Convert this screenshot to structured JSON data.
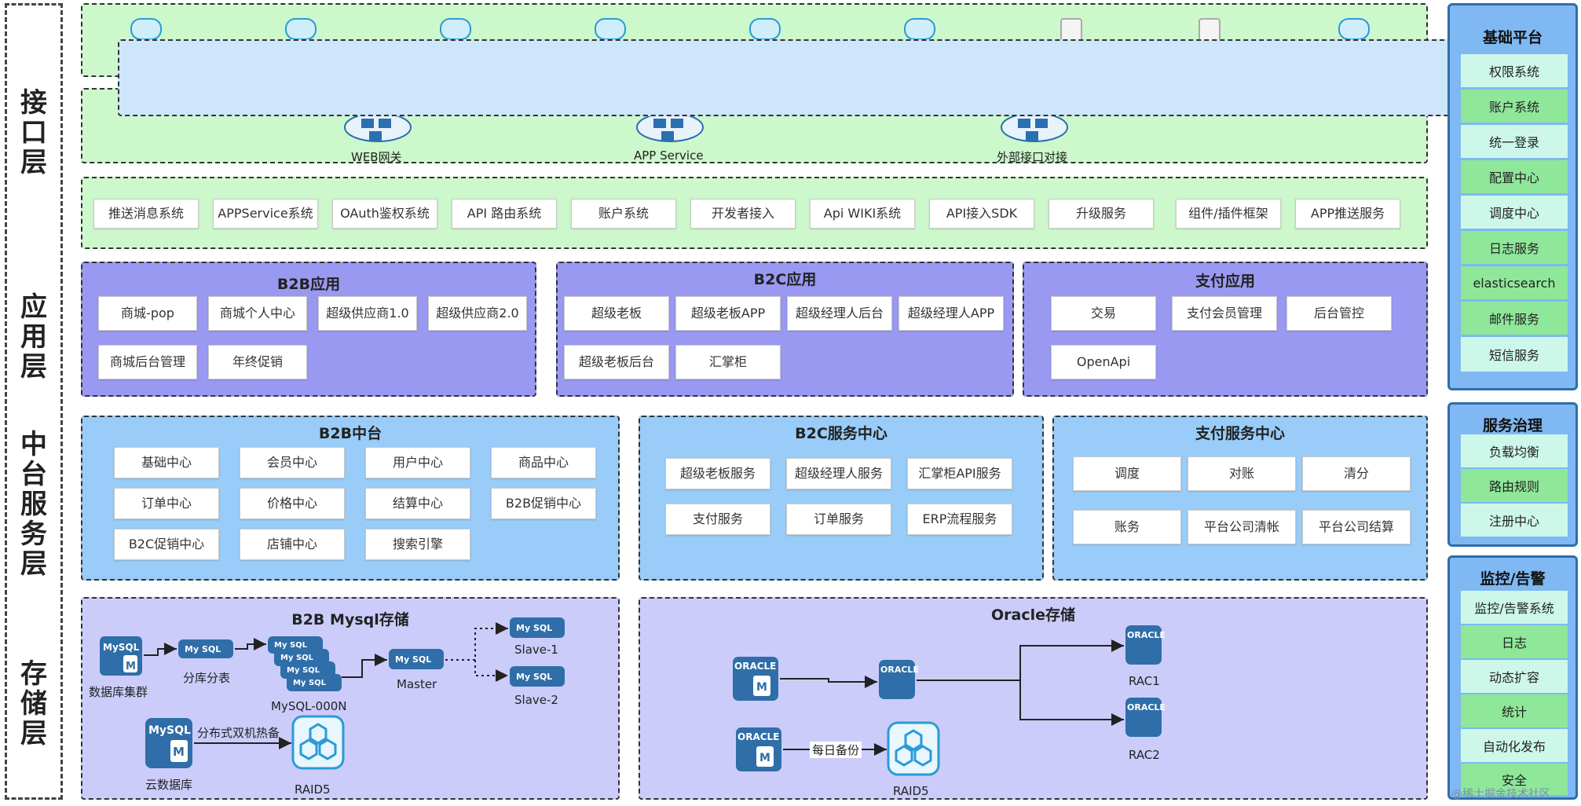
{
  "layers": {
    "interface": "接口层",
    "application": "应用层",
    "middle": "中台服务层",
    "storage": "存储层"
  },
  "gateway": {
    "web": "WEB网关",
    "app": "APP Service",
    "external": "外部接口对接"
  },
  "interface_items": [
    "推送消息系统",
    "APPService系统",
    "OAuth鉴权系统",
    "API 路由系统",
    "账户系统",
    "开发者接入",
    "Api WIKI系统",
    "API接入SDK",
    "升级服务",
    "组件/插件框架",
    "APP推送服务"
  ],
  "b2b_app": {
    "title": "B2B应用",
    "items": [
      "商城-pop",
      "商城个人中心",
      "超级供应商1.0",
      "超级供应商2.0",
      "商城后台管理",
      "年终促销"
    ]
  },
  "b2c_app": {
    "title": "B2C应用",
    "items": [
      "超级老板",
      "超级老板APP",
      "超级经理人后台",
      "超级经理人APP",
      "超级老板后台",
      "汇掌柜"
    ]
  },
  "pay_app": {
    "title": "支付应用",
    "items": [
      "交易",
      "支付会员管理",
      "后台管控",
      "OpenApi"
    ]
  },
  "b2b_mid": {
    "title": "B2B中台",
    "items": [
      "基础中心",
      "会员中心",
      "用户中心",
      "商品中心",
      "订单中心",
      "价格中心",
      "结算中心",
      "B2B促销中心",
      "B2C促销中心",
      "店铺中心",
      "搜索引擎"
    ]
  },
  "b2c_mid": {
    "title": "B2C服务中心",
    "items": [
      "超级老板服务",
      "超级经理人服务",
      "汇掌柜API服务",
      "支付服务",
      "订单服务",
      "ERP流程服务"
    ]
  },
  "pay_mid": {
    "title": "支付服务中心",
    "items": [
      "调度",
      "对账",
      "清分",
      "账务",
      "平台公司清帐",
      "平台公司结算"
    ]
  },
  "mysql": {
    "title": "B2B Mysql存储",
    "icon_text": "MySQL",
    "node_text": "My SQL",
    "cluster": "数据库集群",
    "shard": "分库分表",
    "instances": "MySQL-000N",
    "master": "Master",
    "slave1": "Slave-1",
    "slave2": "Slave-2",
    "cloud": "云数据库",
    "hotstandby": "分布式双机热备",
    "raid": "RAID5"
  },
  "oracle": {
    "title": "Oracle存储",
    "icon_text": "ORACLE",
    "rac1": "RAC1",
    "rac2": "RAC2",
    "backup": "每日备份",
    "raid": "RAID5"
  },
  "platform": {
    "title": "基础平台",
    "items": [
      "权限系统",
      "账户系统",
      "统一登录",
      "配置中心",
      "调度中心",
      "日志服务",
      "elasticsearch",
      "邮件服务",
      "短信服务"
    ]
  },
  "governance": {
    "title": "服务治理",
    "items": [
      "负载均衡",
      "路由规则",
      "注册中心"
    ]
  },
  "monitor": {
    "title": "监控/告警",
    "items": [
      "监控/告警系统",
      "日志",
      "动态扩容",
      "统计",
      "自动化发布",
      "安全"
    ]
  },
  "watermark": "@稀土掘金技术社区",
  "colors": {
    "green": "#ccf8cc",
    "purple": "#9a99f2",
    "blue": "#99ccf8",
    "lavender": "#ccccfb",
    "panel": "#7fb8f2",
    "icon": "#2f6ea8"
  }
}
